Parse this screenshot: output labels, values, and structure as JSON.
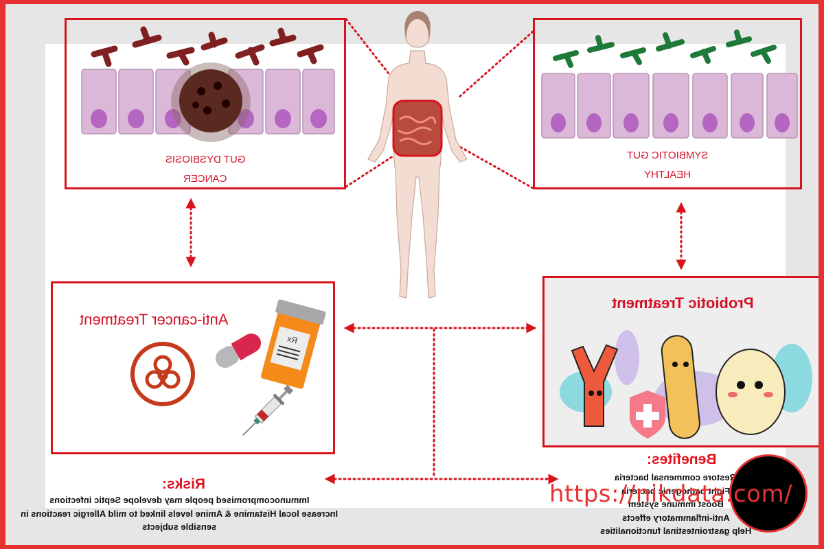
{
  "diagram": {
    "mirrored": true,
    "panels": {
      "dysbiosis": {
        "caption_line1": "GUT DYSBIOSIS",
        "caption_line2": "CANCER",
        "bacteria_color": "#7a1414",
        "tumor_color": "#5a2a20"
      },
      "symbiotic": {
        "caption_line1": "SYMBIOTIC GUT",
        "caption_line2": "HEALTHY",
        "bacteria_color": "#1f7a3a"
      },
      "anticancer": {
        "title": "Anti-cancer Treatment",
        "rx_label": "Rx"
      },
      "probiotic": {
        "title": "Probiotic Treatment"
      }
    },
    "risks": {
      "heading": "Risks:",
      "lines": [
        "Immunocompromised people may develope Septic infections",
        "Increase local Histamine & Amine levels linked to mild Allergic reactions in",
        "sensible subjects"
      ]
    },
    "benefits": {
      "heading": "Benefites:",
      "lines": [
        "Restore commensal bacteria",
        "Fight pathogenic bacteria",
        "Boost immune system",
        "Anti-inflammatory effects",
        "Help gastrointestinal functionalities"
      ]
    },
    "colors": {
      "accent_red": "#d7131c",
      "frame_red": "#e63232",
      "cell_fill": "#dcb8d8",
      "nucleus": "#b466c0"
    }
  },
  "watermark": {
    "text": "https://nikdata.com/"
  }
}
